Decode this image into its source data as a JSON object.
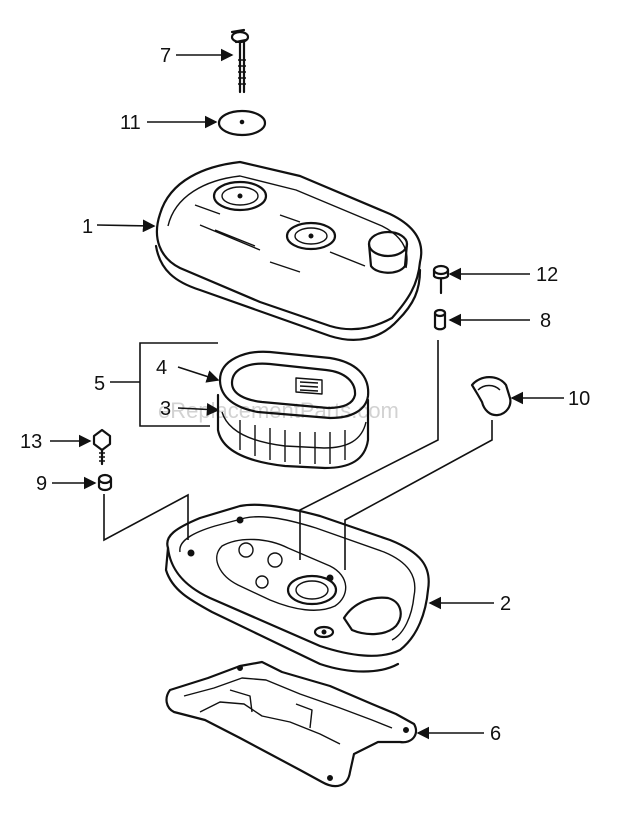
{
  "callouts": {
    "c1": "1",
    "c2": "2",
    "c3": "3",
    "c4": "4",
    "c5": "5",
    "c6": "6",
    "c7": "7",
    "c8": "8",
    "c9": "9",
    "c10": "10",
    "c11": "11",
    "c12": "12",
    "c13": "13"
  },
  "watermark": "eReplacementParts.com"
}
